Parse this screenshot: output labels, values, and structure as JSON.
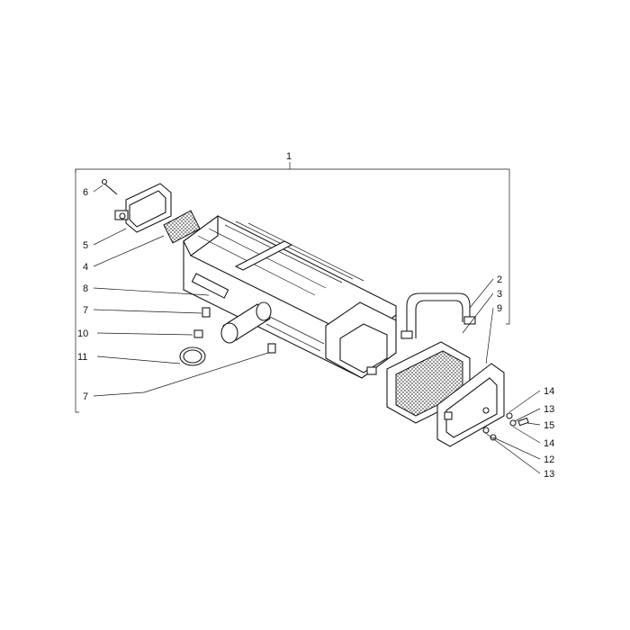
{
  "callouts": [
    {
      "id": "c1",
      "text": "1"
    },
    {
      "id": "c6",
      "text": "6"
    },
    {
      "id": "c5",
      "text": "5"
    },
    {
      "id": "c4",
      "text": "4"
    },
    {
      "id": "c8",
      "text": "8"
    },
    {
      "id": "c7a",
      "text": "7"
    },
    {
      "id": "c10",
      "text": "10"
    },
    {
      "id": "c11",
      "text": "11"
    },
    {
      "id": "c7b",
      "text": "7"
    },
    {
      "id": "c2",
      "text": "2"
    },
    {
      "id": "c3",
      "text": "3"
    },
    {
      "id": "c9",
      "text": "9"
    },
    {
      "id": "c14a",
      "text": "14"
    },
    {
      "id": "c13a",
      "text": "13"
    },
    {
      "id": "c15",
      "text": "15"
    },
    {
      "id": "c14b",
      "text": "14"
    },
    {
      "id": "c12",
      "text": "12"
    },
    {
      "id": "c13b",
      "text": "13"
    }
  ]
}
